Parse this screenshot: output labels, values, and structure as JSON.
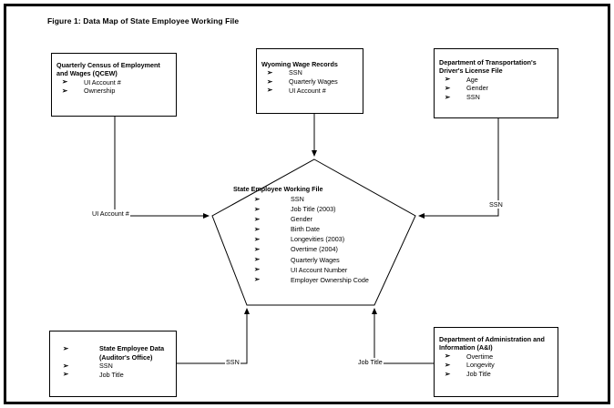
{
  "figure": {
    "title": "Figure 1: Data Map of State Employee Working File"
  },
  "nodes": {
    "qcew": {
      "title_line1": "Quarterly Census of Employment",
      "title_line2": "and Wages (QCEW)",
      "items": [
        "UI Account #",
        "Ownership"
      ]
    },
    "wyoming": {
      "title": "Wyoming Wage Records",
      "items": [
        "SSN",
        "Quarterly Wages",
        "UI Account #"
      ]
    },
    "dot": {
      "title_line1": "Department of Transportation's",
      "title_line2": "Driver's License File",
      "items": [
        "Age",
        "Gender",
        "SSN"
      ]
    },
    "auditor": {
      "title_line1": "State Employee Data",
      "title_line2": "(Auditor's Office)",
      "items": [
        "SSN",
        "Job Title"
      ]
    },
    "ai": {
      "title_line1": "Department of Administration and",
      "title_line2": "Information (A&I)",
      "items": [
        "Overtime",
        "Longevity",
        "Job Title"
      ]
    },
    "central": {
      "title": "State Employee Working File",
      "items": [
        "SSN",
        "Job Title (2003)",
        "Gender",
        "Birth Date",
        "Longevities (2003)",
        "Overtime (2004)",
        "Quarterly Wages",
        "UI Account Number",
        "Employer Ownership Code"
      ]
    }
  },
  "edges": {
    "qcew_to_central": "UI Account #",
    "dot_to_central": "SSN",
    "auditor_to_central": "SSN",
    "ai_to_central": "Job Title"
  },
  "bullet_glyph": "➢",
  "colors": {
    "ink": "#000000",
    "paper": "#ffffff"
  }
}
